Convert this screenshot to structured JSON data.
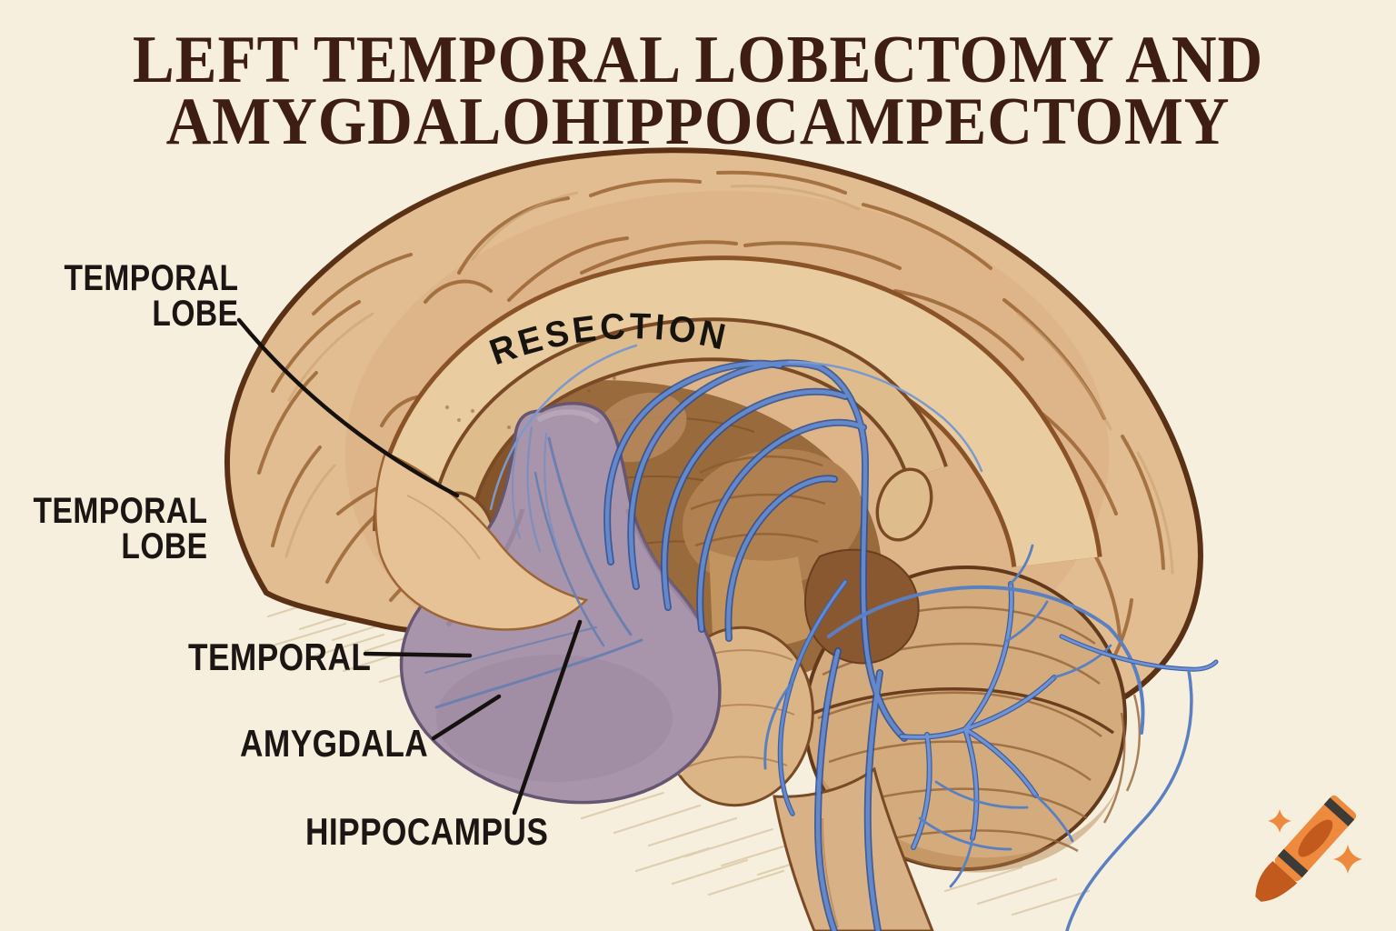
{
  "title": {
    "line1": "LEFT TEMPORAL LOBECTOMY AND",
    "line2": "AMYGDALOHIPPOCAMPECTOMY"
  },
  "annotation": {
    "resection": "RESECTION"
  },
  "labels": {
    "temporal_lobe_upper": {
      "line1": "TEMPORAL",
      "line2": "LOBE"
    },
    "temporal_lobe_lower": {
      "line1": "TEMPORAL",
      "line2": "LOBE"
    },
    "temporal": "TEMPORAL",
    "amygdala": "AMYGDALA",
    "hippocampus": "HIPPOCAMPUS"
  },
  "icons": {
    "crayon": "crayon-logo",
    "sparkle": "sparkle-icon"
  },
  "colors": {
    "background": "#f6efdd",
    "title_text": "#3e1d13",
    "label_text": "#1b1613",
    "leader_line": "#15110e",
    "cortex": "#e2bd91",
    "cortex_furrow": "#96602f",
    "brain_outline": "#5a3115",
    "cingulate_band": "#e9cda0",
    "corpus_callosum": "#dfbc8c",
    "inner_dark": "#996a3c",
    "resection_region": "#a995ab",
    "vessel_blue": "#5b80c2",
    "cerebellum": "#d4ab7d",
    "brainstem": "#d9b286",
    "crayon_orange": "#ee8a3e"
  }
}
